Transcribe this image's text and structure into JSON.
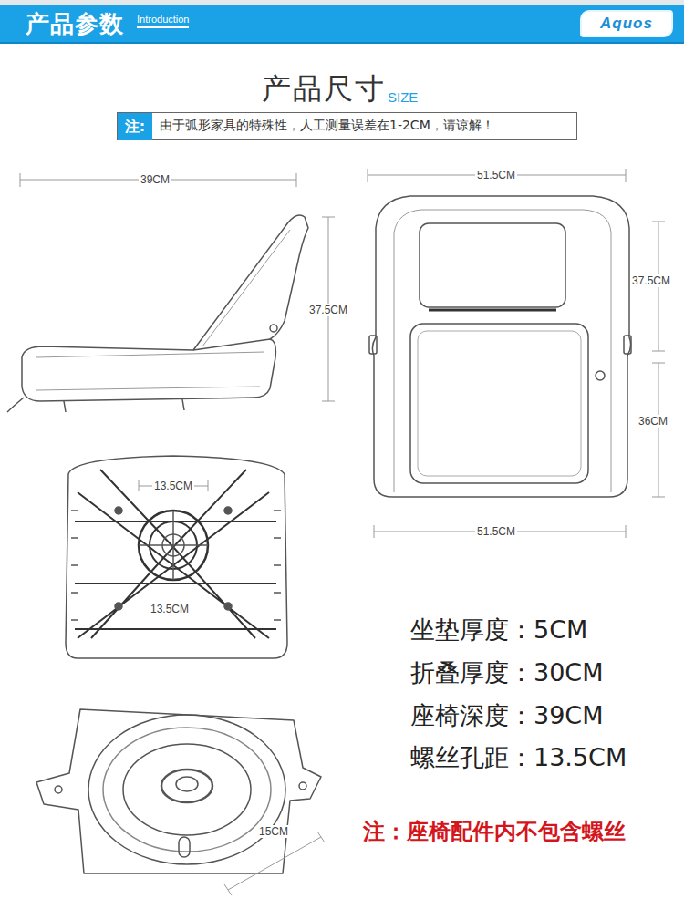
{
  "diagram": {
    "title": "产品尺寸",
    "nodes": [
      {
        "text": [
          "产品参数",
          "Introduction"
        ]
      },
      {
        "text": [
          "Aquos"
        ],
        "in": 0
      },
      {
        "text": [
          "由于弧形家具的特殊性，人工测量误差在1-2CM，请谅解！"
        ]
      },
      {
        "text": [
          "注:"
        ],
        "in": 2
      }
    ],
    "labels": [
      "SIZE",
      "39CM",
      "37.5CM",
      "51.5CM",
      "37.5CM",
      "36CM",
      "51.5CM",
      "13.5CM",
      "13.5CM",
      "坐垫厚度：5CM",
      "折叠厚度：30CM",
      "座椅深度：39CM",
      "螺丝孔距：13.5CM",
      "15CM",
      "注：座椅配件内不包含螺丝"
    ]
  }
}
